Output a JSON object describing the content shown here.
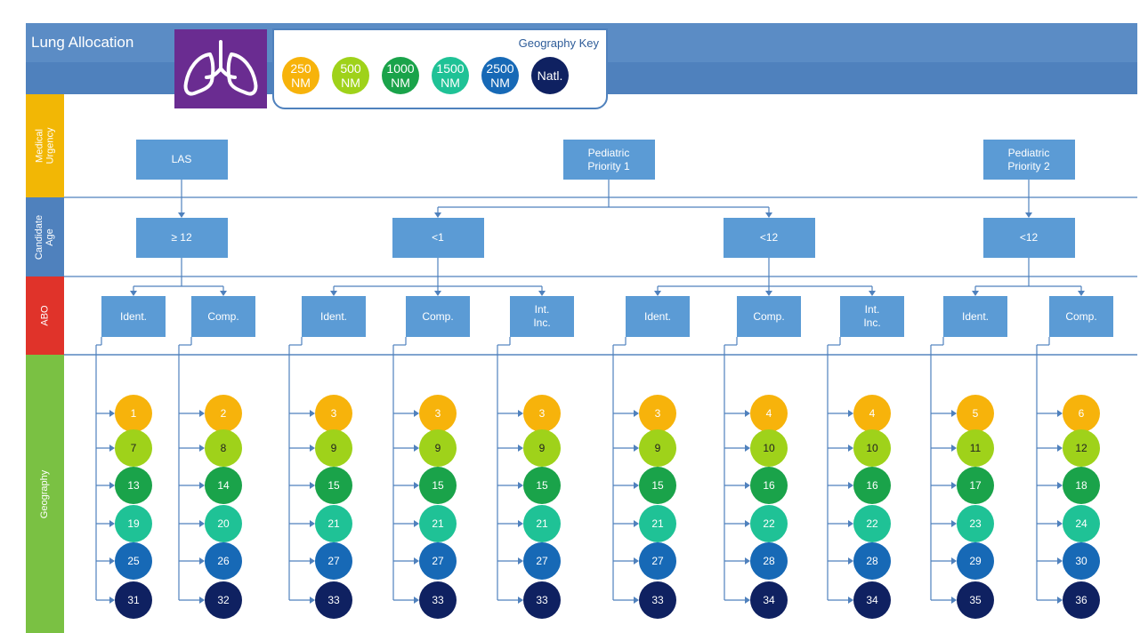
{
  "app_title": "Lung Allocation",
  "geography_key": {
    "title": "Geography Key",
    "levels": [
      {
        "label": "250\nNM",
        "color": "#f7b30b",
        "text_color": "#ffffff"
      },
      {
        "label": "500\nNM",
        "color": "#9fd21a",
        "text_color": "#ffffff"
      },
      {
        "label": "1000\nNM",
        "color": "#1aa34a",
        "text_color": "#ffffff"
      },
      {
        "label": "1500\nNM",
        "color": "#1fc296",
        "text_color": "#ffffff"
      },
      {
        "label": "2500\nNM",
        "color": "#1769b6",
        "text_color": "#ffffff"
      },
      {
        "label": "Natl.",
        "color": "#0f2161",
        "text_color": "#ffffff"
      }
    ]
  },
  "rows": [
    {
      "label": "Medical Urgency",
      "color": "#f2b705"
    },
    {
      "label": "Candidate\nAge",
      "color": "#4f81bd"
    },
    {
      "label": "ABO",
      "color": "#e0332a"
    },
    {
      "label": "Geography",
      "color": "#7ac143"
    }
  ],
  "urgency": [
    {
      "label": "LAS"
    },
    {
      "label": "Pediatric\nPriority 1"
    },
    {
      "label": "Pediatric\nPriority 2"
    }
  ],
  "ages": [
    {
      "label": "≥ 12"
    },
    {
      "label": "<1"
    },
    {
      "label": "<12"
    },
    {
      "label": "<12"
    }
  ],
  "abo": [
    {
      "label": "Ident."
    },
    {
      "label": "Comp."
    },
    {
      "label": "Ident."
    },
    {
      "label": "Comp."
    },
    {
      "label": "Int.\nInc."
    },
    {
      "label": "Ident."
    },
    {
      "label": "Comp."
    },
    {
      "label": "Int.\nInc."
    },
    {
      "label": "Ident."
    },
    {
      "label": "Comp."
    }
  ],
  "sequences": [
    [
      "1",
      "7",
      "13",
      "19",
      "25",
      "31"
    ],
    [
      "2",
      "8",
      "14",
      "20",
      "26",
      "32"
    ],
    [
      "3",
      "9",
      "15",
      "21",
      "27",
      "33"
    ],
    [
      "3",
      "9",
      "15",
      "21",
      "27",
      "33"
    ],
    [
      "3",
      "9",
      "15",
      "21",
      "27",
      "33"
    ],
    [
      "3",
      "9",
      "15",
      "21",
      "27",
      "33"
    ],
    [
      "4",
      "10",
      "16",
      "22",
      "28",
      "34"
    ],
    [
      "4",
      "10",
      "16",
      "22",
      "28",
      "34"
    ],
    [
      "5",
      "11",
      "17",
      "23",
      "29",
      "35"
    ],
    [
      "6",
      "12",
      "18",
      "24",
      "30",
      "36"
    ]
  ],
  "colors": {
    "header": "#5b8cc5",
    "box": "#5b9bd5",
    "line": "#4f81bd",
    "logo_bg": "#6a2c91"
  },
  "icons": {
    "logo": "lungs-icon"
  }
}
